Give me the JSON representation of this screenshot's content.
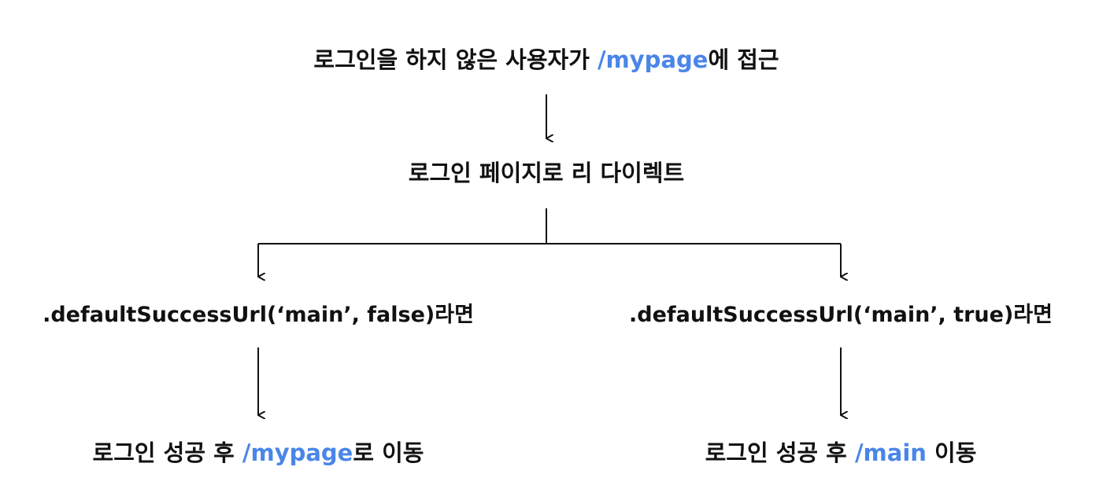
{
  "colors": {
    "text": "#111111",
    "highlight": "#4a86e8",
    "line": "#111111"
  },
  "nodes": {
    "access": {
      "before": "로그인을 하지 않은 사용자가 ",
      "highlight": "/mypage",
      "after": "에 접근"
    },
    "redirect": {
      "text": "로그인 페이지로 리 다이렉트"
    },
    "option_false": {
      "text": ".defaultSuccessUrl(‘main’, false)라면"
    },
    "option_true": {
      "text": ".defaultSuccessUrl(‘main’, true)라면"
    },
    "result_false": {
      "before": "로그인 성공 후 ",
      "highlight": "/mypage",
      "after": "로 이동"
    },
    "result_true": {
      "before": "로그인 성공 후 ",
      "highlight": "/main",
      "after": " 이동"
    }
  }
}
